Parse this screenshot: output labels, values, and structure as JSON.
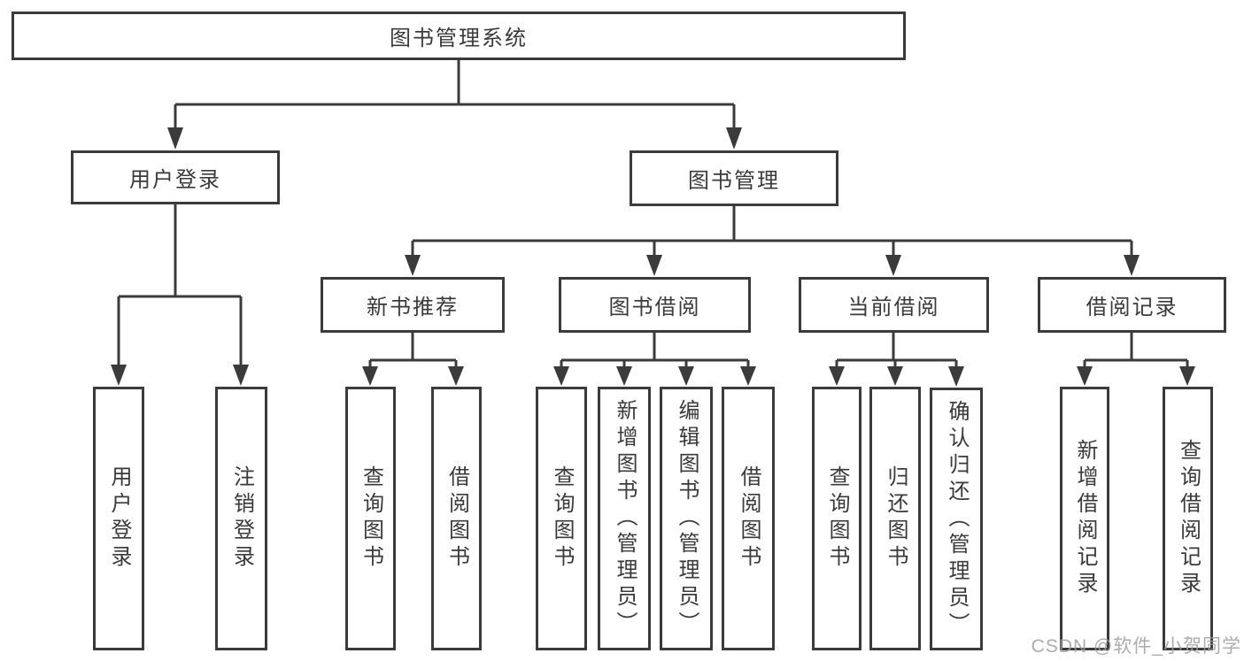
{
  "diagram": {
    "root": {
      "label": "图书管理系统"
    },
    "branches": [
      {
        "label": "用户登录",
        "children": [
          {
            "label": "用户登录"
          },
          {
            "label": "注销登录"
          }
        ]
      },
      {
        "label": "图书管理",
        "children": [
          {
            "label": "新书推荐",
            "children": [
              {
                "label": "查询图书"
              },
              {
                "label": "借阅图书"
              }
            ]
          },
          {
            "label": "图书借阅",
            "children": [
              {
                "label": "查询图书"
              },
              {
                "label": "新增图书（管理员）"
              },
              {
                "label": "编辑图书（管理员）"
              },
              {
                "label": "借阅图书"
              }
            ]
          },
          {
            "label": "当前借阅",
            "children": [
              {
                "label": "查询图书"
              },
              {
                "label": "归还图书"
              },
              {
                "label": "确认归还（管理员）"
              }
            ]
          },
          {
            "label": "借阅记录",
            "children": [
              {
                "label": "新增借阅记录"
              },
              {
                "label": "查询借阅记录"
              }
            ]
          }
        ]
      }
    ]
  },
  "watermark": {
    "text": "CSDN @软件_小贺同学"
  },
  "colors": {
    "line": "#3b3b3b",
    "text": "#3a3a3a",
    "watermark": "#9e9e9e",
    "background": "#ffffff"
  }
}
